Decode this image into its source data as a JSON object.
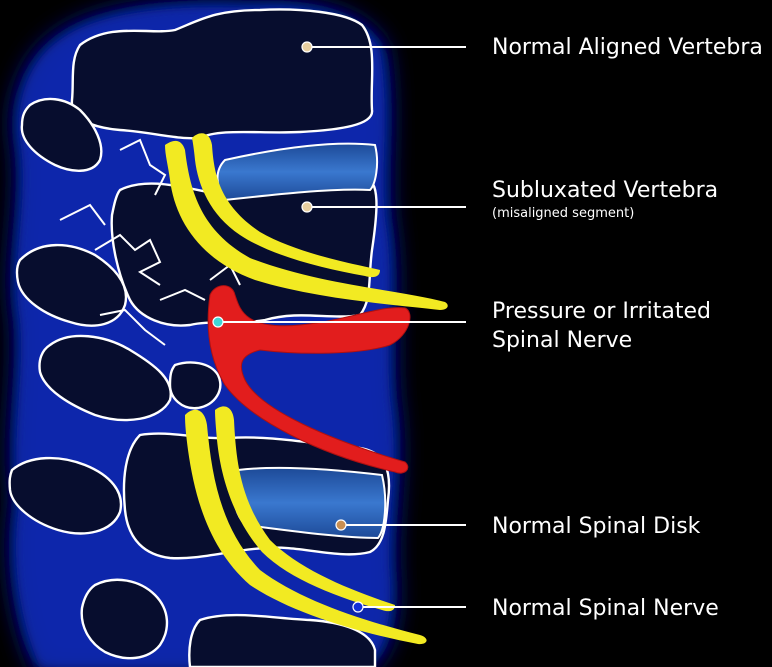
{
  "labels": {
    "normal_vertebra": "Normal Aligned Vertebra",
    "subluxated_title": "Subluxated Vertebra",
    "subluxated_sub": "(misaligned segment)",
    "pressure_line1": "Pressure or Irritated",
    "pressure_line2": "Spinal Nerve",
    "normal_disk": "Normal Spinal Disk",
    "normal_nerve": "Normal Spinal Nerve"
  },
  "colors": {
    "background": "#000000",
    "bone_fill": "#0a1240",
    "outline": "#ffffff",
    "glow": "#3a86ff",
    "disk": "#2f6cc4",
    "nerve_normal": "#f2ea22",
    "nerve_irritated": "#e41e1e",
    "dot_tan": "#e8cfa0",
    "dot_cyan": "#3fd6d6",
    "dot_disk": "#c98f52",
    "dot_blue": "#1230d8"
  },
  "icons": {
    "vertebra": "vertebra-shape",
    "disk": "disk-shape",
    "nerve": "nerve-shape"
  }
}
